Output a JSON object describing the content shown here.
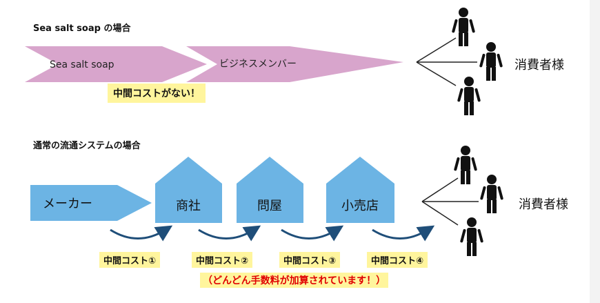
{
  "top": {
    "heading": "Sea salt soap の場合",
    "arrow1_label": "Sea salt soap",
    "arrow2_label": "ビジネスメンバー",
    "highlight": "中間コストがない！",
    "consumer_label": "消費者様"
  },
  "bottom": {
    "heading": "通常の流通システムの場合",
    "maker_label": "メーカー",
    "houses": [
      "商社",
      "問屋",
      "小売店"
    ],
    "costs": [
      "中間コスト①",
      "中間コスト②",
      "中間コスト③",
      "中間コスト④"
    ],
    "note": "（どんどん手数料が加算されています！）",
    "consumer_label": "消費者様"
  },
  "colors": {
    "pink_arrow": "#d8a5cc",
    "blue_shape": "#6cb4e4",
    "curve_arrow": "#1f4e79",
    "highlight": "#fff59d",
    "note_text": "#e00000"
  }
}
